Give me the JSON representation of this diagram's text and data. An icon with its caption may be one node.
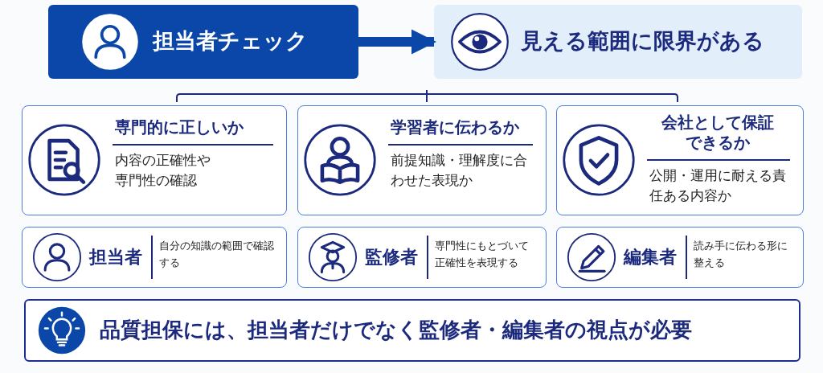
{
  "diagram": {
    "nodes": [
      {
        "text": [
          "担当者チェック"
        ]
      },
      {
        "text": [
          "見える範囲に限界がある"
        ]
      },
      {
        "text": [
          "専門的に正しいか",
          "内容の正確性や専門性の確認"
        ]
      },
      {
        "text": [
          "学習者に伝わるか",
          "前提知識・理解度に合わせた表現か"
        ]
      },
      {
        "text": [
          "会社として保証できるか",
          "公開・運用に耐える責任ある内容か"
        ]
      },
      {
        "text": [
          "担当者",
          "自分の知識の範囲で確認する"
        ]
      },
      {
        "text": [
          "監修者",
          "専門性にもとづいて正確性を表現する"
        ]
      },
      {
        "text": [
          "編集者",
          "読み手に伝わる形に整える"
        ]
      },
      {
        "text": [
          "品質担保には、担当者だけでなく監修者・編集者の視点が必要"
        ]
      }
    ],
    "edges": [
      {
        "from": 0,
        "to": 1,
        "arrow": "to"
      }
    ]
  }
}
